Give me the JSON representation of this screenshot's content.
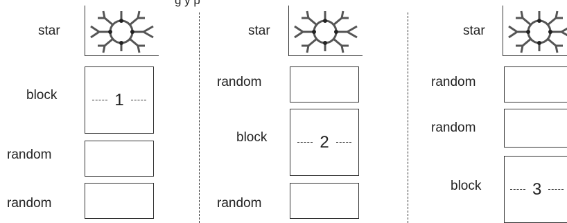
{
  "header": {
    "partial_text": "g y p"
  },
  "columns": [
    {
      "star_label": "star",
      "rows": [
        "block",
        "random",
        "random"
      ],
      "block_number": "1"
    },
    {
      "star_label": "star",
      "rows": [
        "random",
        "block",
        "random"
      ],
      "block_number": "2"
    },
    {
      "star_label": "star",
      "rows": [
        "random",
        "random",
        "block"
      ],
      "block_number": "3"
    }
  ],
  "colors": {
    "line": "#333333",
    "text": "#222222"
  },
  "icons": {
    "star": "molecule-ring-icon"
  }
}
